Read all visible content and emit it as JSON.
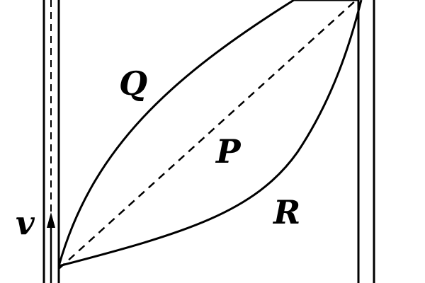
{
  "diagram": {
    "labels": {
      "q": "Q",
      "p": "P",
      "r": "R",
      "v": "v"
    },
    "colors": {
      "ink": "#000000",
      "background": "#ffffff"
    }
  }
}
